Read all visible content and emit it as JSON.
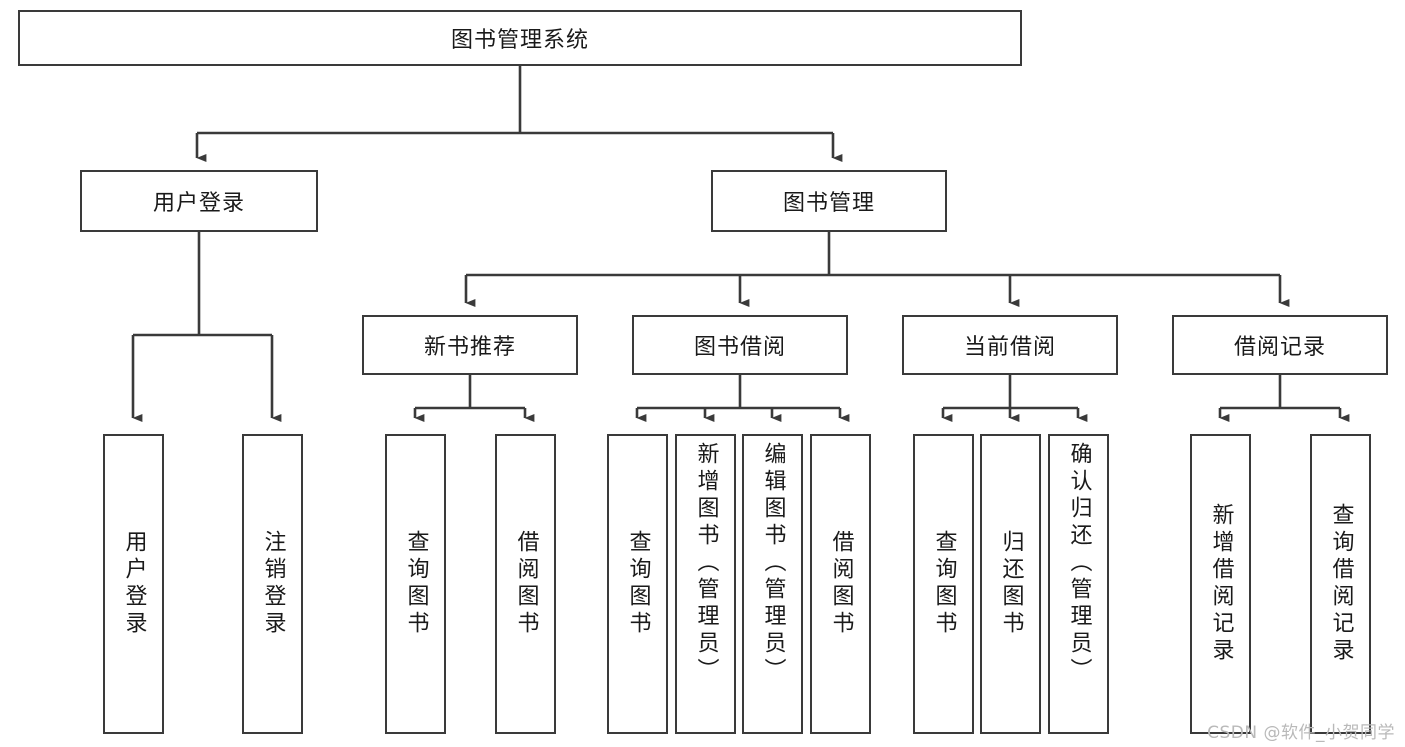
{
  "diagram": {
    "type": "tree-hierarchy-flowchart",
    "title": "图书管理系统",
    "watermark": "CSDN @软件_小贺同学",
    "colors": {
      "box_border": "#3a3a3a",
      "box_fill": "#ffffff",
      "connector": "#3a3a3a",
      "text": "#1a1a1a",
      "watermark": "#b9b9b9",
      "background": "#ffffff"
    },
    "root": {
      "id": "root",
      "label": "图书管理系统",
      "level": 0
    },
    "level1": [
      {
        "id": "user-login",
        "label": "用户登录",
        "level": 1
      },
      {
        "id": "book-management",
        "label": "图书管理",
        "level": 1
      }
    ],
    "level2": [
      {
        "id": "new-book-recommend",
        "label": "新书推荐",
        "level": 2,
        "parent": "book-management"
      },
      {
        "id": "book-borrow",
        "label": "图书借阅",
        "level": 2,
        "parent": "book-management"
      },
      {
        "id": "current-borrow",
        "label": "当前借阅",
        "level": 2,
        "parent": "book-management"
      },
      {
        "id": "borrow-record",
        "label": "借阅记录",
        "level": 2,
        "parent": "book-management"
      }
    ],
    "leaves": [
      {
        "id": "leaf-user-login",
        "label": "用户登录",
        "parent": "user-login",
        "orientation": "vertical"
      },
      {
        "id": "leaf-user-logout",
        "label": "注销登录",
        "parent": "user-login",
        "orientation": "vertical"
      },
      {
        "id": "leaf-query-book-1",
        "label": "查询图书",
        "parent": "new-book-recommend",
        "orientation": "vertical"
      },
      {
        "id": "leaf-borrow-book-1",
        "label": "借阅图书",
        "parent": "new-book-recommend",
        "orientation": "vertical"
      },
      {
        "id": "leaf-query-book-2",
        "label": "查询图书",
        "parent": "book-borrow",
        "orientation": "vertical"
      },
      {
        "id": "leaf-add-book",
        "label": "新增图书（管理员）",
        "parent": "book-borrow",
        "orientation": "vertical"
      },
      {
        "id": "leaf-edit-book",
        "label": "编辑图书（管理员）",
        "parent": "book-borrow",
        "orientation": "vertical"
      },
      {
        "id": "leaf-borrow-book-2",
        "label": "借阅图书",
        "parent": "book-borrow",
        "orientation": "vertical"
      },
      {
        "id": "leaf-query-book-3",
        "label": "查询图书",
        "parent": "current-borrow",
        "orientation": "vertical"
      },
      {
        "id": "leaf-return-book",
        "label": "归还图书",
        "parent": "current-borrow",
        "orientation": "vertical"
      },
      {
        "id": "leaf-confirm-return",
        "label": "确认归还（管理员）",
        "parent": "current-borrow",
        "orientation": "vertical"
      },
      {
        "id": "leaf-add-record",
        "label": "新增借阅记录",
        "parent": "borrow-record",
        "orientation": "vertical"
      },
      {
        "id": "leaf-query-record",
        "label": "查询借阅记录",
        "parent": "borrow-record",
        "orientation": "vertical"
      }
    ]
  }
}
